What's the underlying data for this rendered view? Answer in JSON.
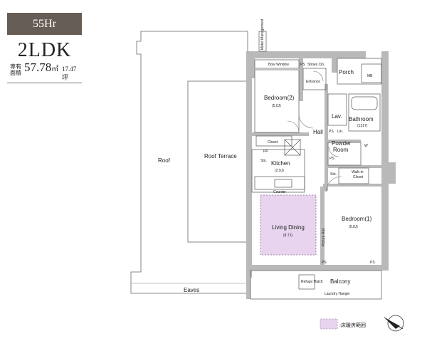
{
  "header": {
    "unit_type": "55Hr",
    "layout": "2LDK",
    "area_label_line1": "専有",
    "area_label_line2": "面積",
    "area_number": "57.78",
    "area_unit": "㎡",
    "tsubo": "17.47坪"
  },
  "rooms": {
    "roof": "Roof",
    "roof_terrace": "Roof Terrace",
    "eaves": "Eaves",
    "bedroom2": "Bedroom(2)",
    "bedroom2_size": "(5.0J)",
    "bow_window": "Bow Window",
    "shoes_clo": "Shoes Clo.",
    "entrance": "Entrance",
    "porch": "Porch",
    "mb": "MB",
    "closet": "Closet",
    "hall": "Hall",
    "lav": "Lav.",
    "lin": "Lin.",
    "bathroom": "Bathroom",
    "bathroom_size": "(1317)",
    "powder_room": "Powder",
    "powder_room2": "Room",
    "kitchen": "Kitchen",
    "kitchen_size": "(2.9J)",
    "sto": "Sto.",
    "counter": "Counter",
    "walk_in_closet": "Walk-in",
    "walk_in_closet2": "Closet",
    "living_dining": "Living Dining",
    "living_dining_size": "(8.7J)",
    "picture_rail": "Picture Rail",
    "bedroom1": "Bedroom(1)",
    "bedroom1_size": "(6.0J)",
    "balcony": "Balcony",
    "laundry_hanger": "Laundry Hanger",
    "refuge_hatch": "Refuge Hatch",
    "ps": "PS",
    "meter": "Meter Management",
    "pp": "PP",
    "w": "W"
  },
  "legend": {
    "text": ":床暖房範囲",
    "color": "#e8d4ee"
  },
  "colors": {
    "header_bg": "#675d57",
    "wall": "#b9b9b9",
    "floor_heat": "#e8d4ee"
  }
}
